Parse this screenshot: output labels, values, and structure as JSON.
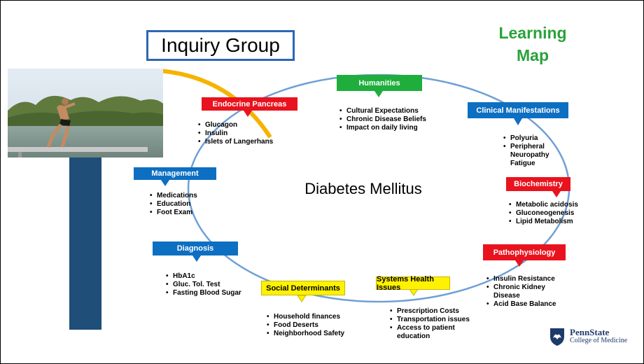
{
  "title": "Inquiry Group",
  "learning_map": {
    "line1": "Learning",
    "line2": "Map"
  },
  "center": "Diabetes Mellitus",
  "nodes": {
    "humanities": {
      "label": "Humanities",
      "items": [
        "Cultural Expectations",
        "Chronic Disease Beliefs",
        "Impact on daily living"
      ]
    },
    "clinical": {
      "label": "Clinical Manifestations",
      "items": [
        "Polyuria",
        "Peripheral Neuropathy",
        "Fatigue"
      ]
    },
    "biochemistry": {
      "label": "Biochemistry",
      "items": [
        "Metabolic acidosis",
        "Gluconeogenesis",
        "Lipid Metabolism"
      ]
    },
    "patho": {
      "label": "Pathophysiology",
      "items": [
        "Insulin Resistance",
        "Chronic Kidney Disease",
        "Acid Base Balance"
      ]
    },
    "systems": {
      "label": "Systems Health Issues",
      "items": [
        "Prescription Costs",
        "Transportation issues",
        "Access to patient education"
      ]
    },
    "social": {
      "label": "Social Determinants",
      "items": [
        "Household finances",
        "Food Deserts",
        "Neighborhood Safety"
      ]
    },
    "diagnosis": {
      "label": "Diagnosis",
      "items": [
        "HbA1c",
        "Gluc. Tol. Test",
        "Fasting Blood Sugar"
      ]
    },
    "management": {
      "label": "Management",
      "items": [
        "Medications",
        "Education",
        "Foot Exam"
      ]
    },
    "endocrine": {
      "label": "Endocrine Pancreas",
      "items": [
        "Glucagon",
        "Insulin",
        "Islets of Langerhans"
      ]
    }
  },
  "logo": {
    "name": "PennState",
    "subtitle": "College of Medicine"
  },
  "colors": {
    "blue": "#0d6fc2",
    "red": "#e8131e",
    "green": "#1fae3c",
    "yellow": "#fff200",
    "ellipse": "#6fa0d6",
    "arc": "#f5b400"
  }
}
